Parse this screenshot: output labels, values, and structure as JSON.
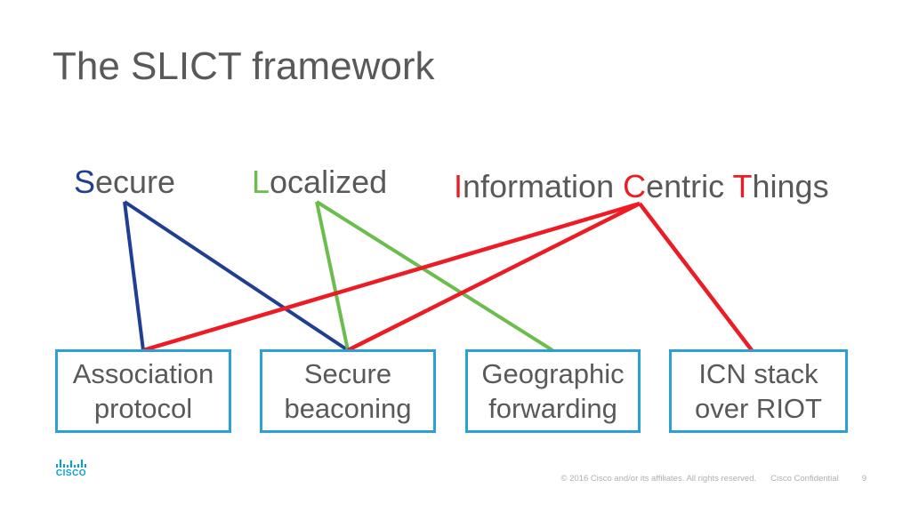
{
  "title": "The SLICT framework",
  "colors": {
    "background": "#FFFFFF",
    "navy": "#203F94",
    "green": "#6BBE4D",
    "red": "#ED1C24",
    "box_border": "#2B9FD8",
    "text": "#58595B",
    "footer": "#AFAFB1",
    "cisco_blue": "#049FD9"
  },
  "labels": [
    {
      "id": "secure",
      "segments": [
        {
          "text": "S",
          "color": "navy"
        },
        {
          "text": "ecure",
          "color": "text"
        }
      ]
    },
    {
      "id": "localized",
      "segments": [
        {
          "text": "L",
          "color": "green"
        },
        {
          "text": "ocalized",
          "color": "text"
        }
      ]
    },
    {
      "id": "information-centric-things",
      "segments": [
        {
          "text": "I",
          "color": "red"
        },
        {
          "text": "nformation ",
          "color": "text"
        },
        {
          "text": "C",
          "color": "red"
        },
        {
          "text": "entric ",
          "color": "text"
        },
        {
          "text": "T",
          "color": "red"
        },
        {
          "text": "hings",
          "color": "text"
        }
      ]
    }
  ],
  "boxes": [
    {
      "id": "association-protocol",
      "line1": "Association",
      "line2": "protocol"
    },
    {
      "id": "secure-beaconing",
      "line1": "Secure",
      "line2": "beaconing"
    },
    {
      "id": "geographic-forwarding",
      "line1": "Geographic",
      "line2": "forwarding"
    },
    {
      "id": "icn-stack-over-riot",
      "line1": "ICN stack",
      "line2": "over RIOT"
    }
  ],
  "connections": [
    {
      "from": "secure",
      "to": "association-protocol",
      "color": "navy"
    },
    {
      "from": "secure",
      "to": "secure-beaconing",
      "color": "navy"
    },
    {
      "from": "localized",
      "to": "secure-beaconing",
      "color": "green"
    },
    {
      "from": "localized",
      "to": "geographic-forwarding",
      "color": "green"
    },
    {
      "from": "information-centric-things",
      "to": "association-protocol",
      "color": "red"
    },
    {
      "from": "information-centric-things",
      "to": "secure-beaconing",
      "color": "red"
    },
    {
      "from": "information-centric-things",
      "to": "icn-stack-over-riot",
      "color": "red"
    }
  ],
  "footer": {
    "copyright": "© 2016  Cisco and/or its affiliates. All rights reserved.",
    "confidential": "Cisco Confidential",
    "page_number": "9"
  },
  "logo": {
    "text": "CISCO"
  }
}
